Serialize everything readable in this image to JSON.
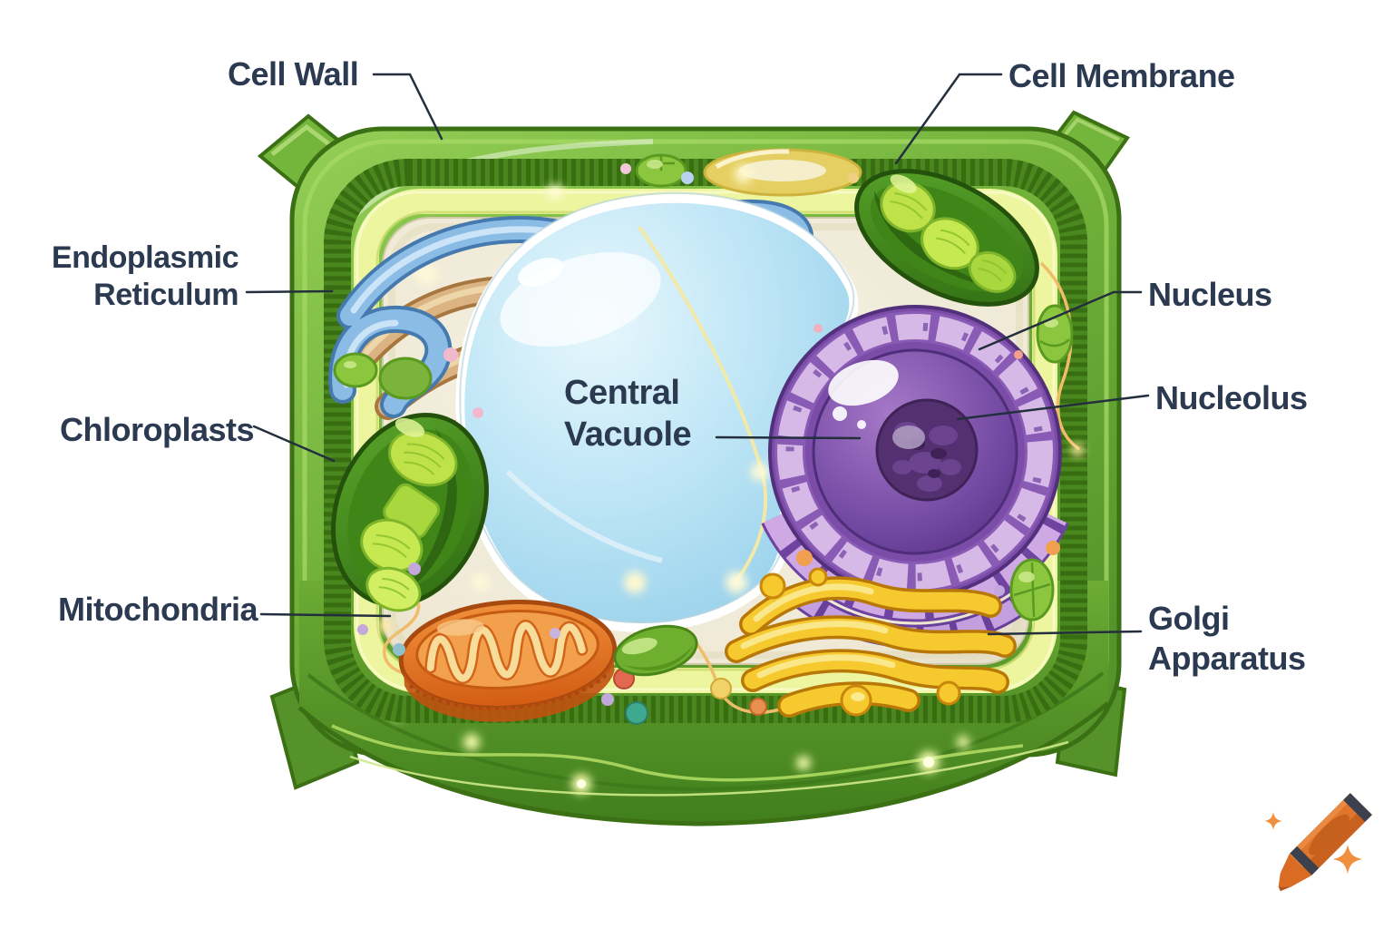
{
  "diagram": {
    "subject": "plant cell cross-section",
    "labels": {
      "cell_wall": "Cell Wall",
      "cell_membrane": "Cell Membrane",
      "endoplasmic_reticulum": "Endoplasmic Reticulum",
      "chloroplasts": "Chloroplasts",
      "mitochondria": "Mitochondria",
      "central_vacuole": "Central Vacuole",
      "nucleus": "Nucleus",
      "nucleolus": "Nucleolus",
      "golgi_apparatus": "Golgi Apparatus"
    },
    "colors": {
      "label_text": "#2b3a50",
      "leader_line": "#232f3d",
      "cell_wall_green": "#6fae35",
      "wall_rib_green": "#49851d",
      "membrane_yellow": "#edf59e",
      "cytoplasm_cream": "#f1ecdc",
      "vacuole_blue": "#a9dbf2",
      "nucleus_purple": "#7b4ca8",
      "nucleolus_dark_purple": "#543070",
      "er_blue": "#8abce6",
      "er_tan": "#dcb483",
      "chloroplast_green": "#3f8517",
      "thylakoid_lime": "#bfe24a",
      "mitochondria_orange": "#e2701f",
      "golgi_yellow": "#f6c92e",
      "crayon_orange": "#e0762d"
    },
    "watermark": {
      "icon": "crayon-logo-with-sparkles"
    }
  }
}
